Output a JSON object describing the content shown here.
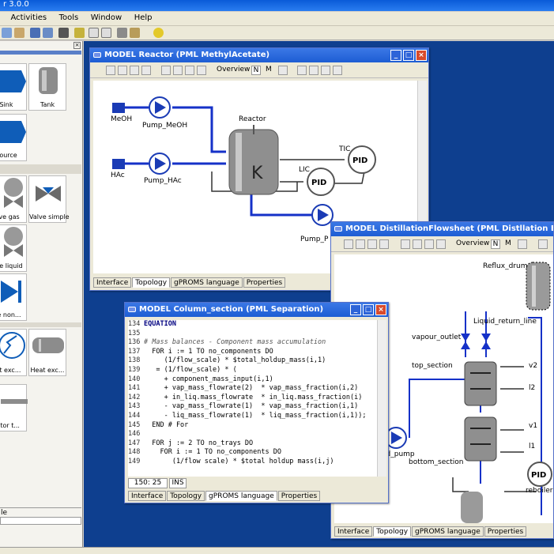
{
  "app": {
    "title": "r 3.0.0"
  },
  "menu": [
    "Activities",
    "Tools",
    "Window",
    "Help"
  ],
  "palette": {
    "items": [
      "Sink",
      "Tank",
      "Source",
      "alve gas",
      "Valve simple",
      "alve liquid",
      "lve non...",
      "eat exc...",
      "Heat exc...",
      "actor t..."
    ],
    "bottom_label": "le"
  },
  "reactor": {
    "title": "MODEL Reactor (PML MethylAcetate)",
    "overview": "Overview",
    "n": "N",
    "m": "M",
    "labels": {
      "meoh": "MeOH",
      "pump_meoh": "Pump_MeOH",
      "hac": "HAc",
      "pump_hac": "Pump_HAc",
      "reactor": "Reactor",
      "tic": "TIC",
      "lic": "LIC",
      "pid1": "PID",
      "pid2": "PID",
      "pump_p": "Pump_P",
      "k": "K"
    },
    "tabs": [
      "Interface",
      "Topology",
      "gPROMS language",
      "Properties"
    ]
  },
  "column": {
    "title": "MODEL Column_section (PML Separation)",
    "lines": [
      {
        "n": "134",
        "t": "EQUATION",
        "k": "kw"
      },
      {
        "n": "135",
        "t": "",
        "k": ""
      },
      {
        "n": "136",
        "t": "# Mass balances - Component mass accumulation",
        "k": "cm"
      },
      {
        "n": "137",
        "t": "  FOR i := 1 TO no_components DO",
        "k": ""
      },
      {
        "n": "138",
        "t": "     (1/flow_scale) * $total_holdup_mass(i,1)",
        "k": ""
      },
      {
        "n": "139",
        "t": "   = (1/flow_scale) * (",
        "k": ""
      },
      {
        "n": "140",
        "t": "     + component_mass_input(i,1)",
        "k": ""
      },
      {
        "n": "141",
        "t": "     + vap_mass_flowrate(2)  * vap_mass_fraction(i,2)",
        "k": ""
      },
      {
        "n": "142",
        "t": "     + in_liq.mass_flowrate  * in_liq.mass_fraction(i)",
        "k": ""
      },
      {
        "n": "143",
        "t": "     - vap_mass_flowrate(1)  * vap_mass_fraction(i,1)",
        "k": ""
      },
      {
        "n": "144",
        "t": "     - liq_mass_flowrate(1)  * liq_mass_fraction(i,1));",
        "k": ""
      },
      {
        "n": "145",
        "t": "  END # For",
        "k": ""
      },
      {
        "n": "146",
        "t": "",
        "k": ""
      },
      {
        "n": "147",
        "t": "  FOR j := 2 TO no_trays DO",
        "k": ""
      },
      {
        "n": "148",
        "t": "    FOR i := 1 TO no_components DO",
        "k": ""
      },
      {
        "n": "149",
        "t": "       (1/flow scale) * $total holdup mass(i,j)",
        "k": ""
      }
    ],
    "cursor": "150: 25",
    "mode": "INS",
    "tabs": [
      "Interface",
      "Topology",
      "gPROMS language",
      "Properties"
    ]
  },
  "distill": {
    "title": "MODEL DistillationFlowsheet (PML Distllation Example)",
    "overview": "Overview",
    "n": "N",
    "m": "M",
    "labels": {
      "reflux": "Reflux_drum",
      "liq_ret": "Liquid_return_line",
      "vap_out": "vapour_outlet",
      "top": "top_section",
      "v2": "v2",
      "l2": "l2",
      "v1": "v1",
      "l1": "l1",
      "bottom": "bottom_section",
      "pump": "ed_pump",
      "reboiler": "reboiler",
      "pid": "PID"
    },
    "tabs": [
      "Interface",
      "Topology",
      "gPROMS language",
      "Properties"
    ]
  }
}
